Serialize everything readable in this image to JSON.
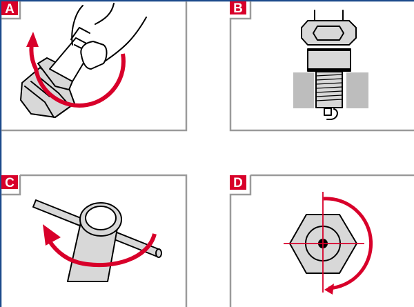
{
  "panels": [
    {
      "label": "A",
      "caption_icon": "hand-unscrewing-spark-plug"
    },
    {
      "label": "B",
      "caption_icon": "spark-plug-in-cylinder-head"
    },
    {
      "label": "C",
      "caption_icon": "box-spanner-with-tommy-bar"
    },
    {
      "label": "D",
      "caption_icon": "hex-nut-half-turn-tightening"
    }
  ],
  "colors": {
    "accent": "#d8002a",
    "frame": "#9a9a9a",
    "border": "#1d4a8c",
    "metal": "#d8d8d8"
  }
}
